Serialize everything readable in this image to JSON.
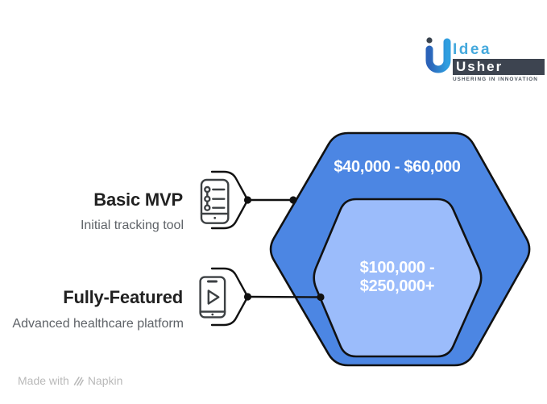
{
  "logo": {
    "brand_top": "Idea",
    "brand_bottom": "Usher",
    "tagline": "USHERING IN INNOVATION"
  },
  "diagram": {
    "outer": {
      "label": "$40,000 - $60,000",
      "fill": "#4C86E3"
    },
    "inner": {
      "label_line1": "$100,000 -",
      "label_line2": "$250,000+",
      "fill": "#9BBCFB"
    },
    "items": [
      {
        "title": "Basic MVP",
        "subtitle": "Initial tracking tool",
        "icon": "tracking-list-phone-icon"
      },
      {
        "title": "Fully-Featured",
        "subtitle": "Advanced healthcare platform",
        "icon": "play-phone-icon"
      }
    ]
  },
  "footer": {
    "made_with": "Made with",
    "brand": "Napkin"
  },
  "colors": {
    "outer_hex": "#4C86E3",
    "inner_hex": "#9BBCFB",
    "outline": "#111111",
    "title_text": "#212121",
    "subtitle_text": "#5f6368",
    "hex_label_text": "#ffffff",
    "logo_blue": "#45A9DD",
    "logo_badge_bg": "#3D4450",
    "footer_text": "#B9B9B9"
  }
}
